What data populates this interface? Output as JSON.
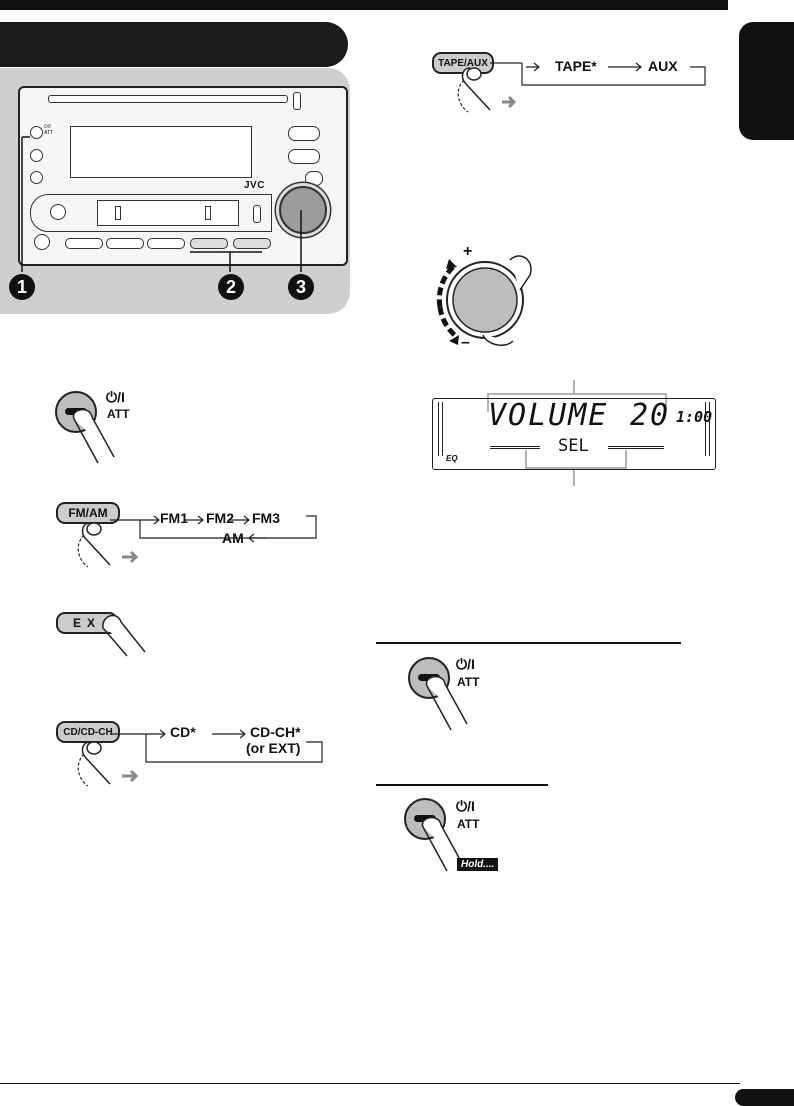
{
  "unit_diagram": {
    "brand": "JVC",
    "callouts": [
      "1",
      "2",
      "3"
    ]
  },
  "tape_aux": {
    "button_label": "TAPE/AUX",
    "flow": [
      "TAPE*",
      "AUX"
    ]
  },
  "volume_knob": {
    "plus": "+",
    "minus": "–"
  },
  "display": {
    "main_text": "VOLUME",
    "value": "20",
    "clock": "1:00",
    "sub_text": "SEL",
    "eq_label": "EQ"
  },
  "power_button": {
    "symbol": "⏻/I",
    "label": "ATT"
  },
  "fm_am": {
    "button_label": "FM/AM",
    "flow_top": [
      "FM1",
      "FM2",
      "FM3"
    ],
    "flow_bottom": "AM"
  },
  "ex_button": {
    "label": "EX"
  },
  "cd": {
    "button_label": "CD/CD-CH",
    "flow": [
      "CD*",
      "CD-CH*",
      "(or EXT)"
    ]
  },
  "hold_badge": "Hold...."
}
